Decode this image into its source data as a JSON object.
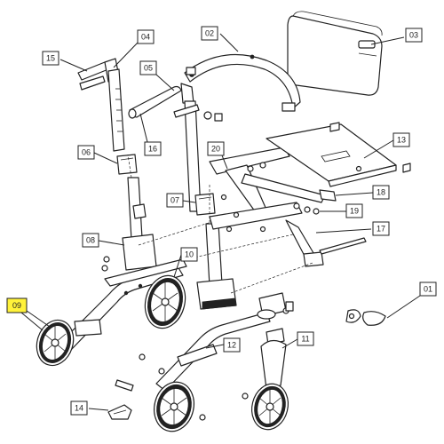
{
  "callouts": [
    {
      "id": "c01",
      "label": "01",
      "highlight": false
    },
    {
      "id": "c02",
      "label": "02",
      "highlight": false
    },
    {
      "id": "c03",
      "label": "03",
      "highlight": false
    },
    {
      "id": "c04",
      "label": "04",
      "highlight": false
    },
    {
      "id": "c05",
      "label": "05",
      "highlight": false
    },
    {
      "id": "c06",
      "label": "06",
      "highlight": false
    },
    {
      "id": "c07",
      "label": "07",
      "highlight": false
    },
    {
      "id": "c08",
      "label": "08",
      "highlight": false
    },
    {
      "id": "c09",
      "label": "09",
      "highlight": true
    },
    {
      "id": "c10",
      "label": "10",
      "highlight": false
    },
    {
      "id": "c11",
      "label": "11",
      "highlight": false
    },
    {
      "id": "c12",
      "label": "12",
      "highlight": false
    },
    {
      "id": "c13",
      "label": "13",
      "highlight": false
    },
    {
      "id": "c14",
      "label": "14",
      "highlight": false
    },
    {
      "id": "c15",
      "label": "15",
      "highlight": false
    },
    {
      "id": "c16",
      "label": "16",
      "highlight": false
    },
    {
      "id": "c17",
      "label": "17",
      "highlight": false
    },
    {
      "id": "c18",
      "label": "18",
      "highlight": false
    },
    {
      "id": "c19",
      "label": "19",
      "highlight": false
    },
    {
      "id": "c20",
      "label": "20",
      "highlight": false
    }
  ],
  "colors": {
    "highlight": "#fff23a",
    "line": "#222222"
  }
}
